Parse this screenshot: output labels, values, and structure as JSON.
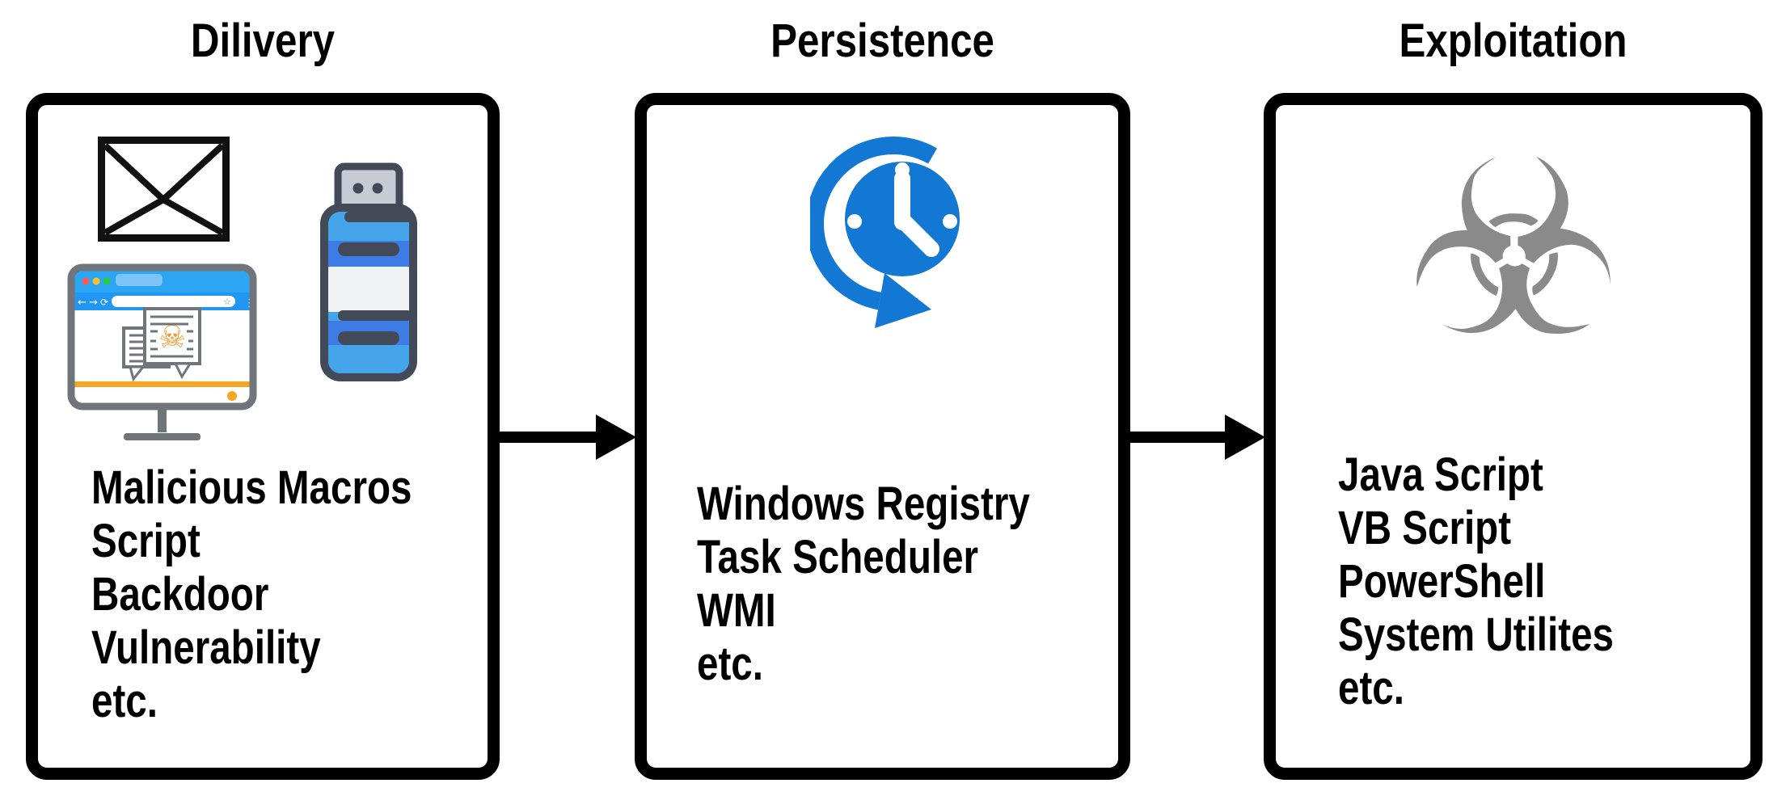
{
  "diagram": {
    "stages": [
      {
        "title": "Dilivery",
        "icons": [
          "envelope-icon",
          "usb-drive-icon",
          "malicious-website-monitor-icon"
        ],
        "items": [
          "Malicious Macros",
          "Script",
          "Backdoor",
          "Vulnerability",
          "etc."
        ]
      },
      {
        "title": "Persistence",
        "icons": [
          "recurring-task-clock-icon"
        ],
        "items": [
          "Windows Registry",
          "Task Scheduler",
          "WMI",
          "etc."
        ]
      },
      {
        "title": "Exploitation",
        "icons": [
          "biohazard-icon"
        ],
        "items": [
          "Java Script",
          "VB Script",
          "PowerShell",
          "System Utilites",
          "etc."
        ]
      }
    ],
    "glyphs": {
      "biohazard": "☣",
      "skull": "☠",
      "nav_back": "←",
      "nav_forward": "→",
      "nav_refresh": "⟳",
      "star": "☆",
      "menu_dots": "⋮"
    },
    "colors": {
      "background": "#ffffff",
      "box_border": "#000000",
      "arrow": "#000000",
      "text": "#000000",
      "clock_blue": "#1377D4",
      "usb_body_blue": "#45A4EA",
      "usb_stripe_blue": "#3D7BE5",
      "usb_outline_slate": "#414A56",
      "usb_connector_gray": "#C6CBD4",
      "usb_band_white": "#EFF1F2",
      "biohazard_gray": "#8A8A8A",
      "monitor_frame_gray": "#70757B",
      "browser_header_blue": "#2CA5F2",
      "browser_toolbar_blue": "#2196F3",
      "browser_tab_blue": "#7CC4F7",
      "traffic_red": "#FF5A52",
      "traffic_yellow": "#FFBE2E",
      "traffic_green": "#2ACB42",
      "skull_orange": "#F29C38",
      "accent_orange": "#F5A623"
    }
  }
}
